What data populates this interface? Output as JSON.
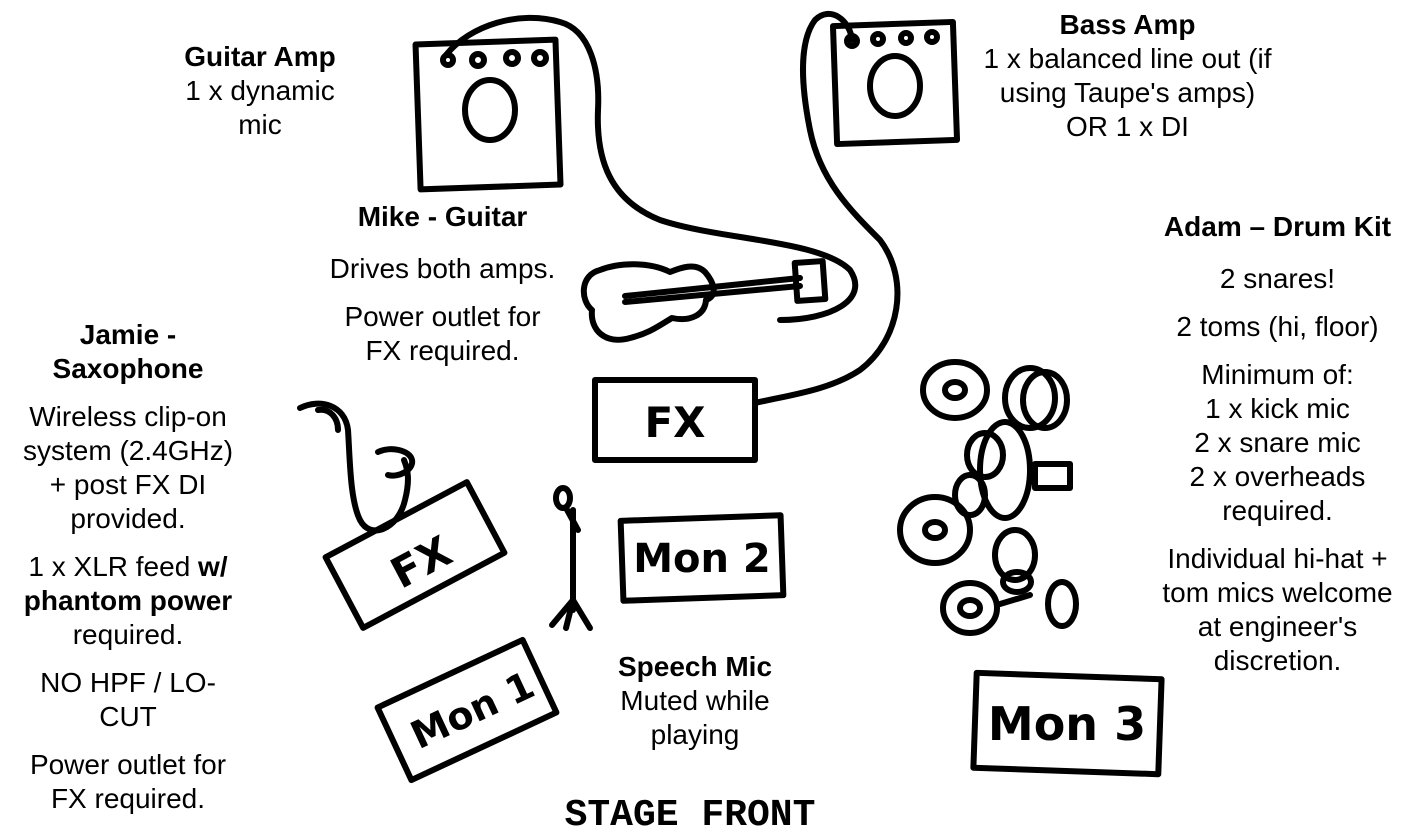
{
  "guitar_amp": {
    "title": "Guitar Amp",
    "lines": [
      "1 x dynamic",
      "mic"
    ]
  },
  "bass_amp": {
    "title": "Bass Amp",
    "lines": [
      "1 x balanced line out (if",
      "using Taupe's amps)",
      "OR 1 x DI"
    ]
  },
  "mike": {
    "title": "Mike - Guitar",
    "line1": "Drives both amps.",
    "line2": "Power outlet for",
    "line3": "FX required."
  },
  "adam": {
    "title": "Adam – Drum Kit",
    "lines": [
      "2 snares!",
      "2 toms (hi, floor)",
      "Minimum of:",
      "1 x kick mic",
      "2 x snare mic",
      "2 x overheads",
      "required.",
      "Individual hi-hat +",
      "tom mics welcome",
      "at engineer's",
      "discretion."
    ]
  },
  "jamie": {
    "title_line1": "Jamie -",
    "title_line2": "Saxophone",
    "wireless": [
      "Wireless clip-on",
      "system (2.4GHz)",
      "+ post FX DI",
      "provided."
    ],
    "xlr_prefix": "1 x XLR feed ",
    "xlr_bold1": "w/",
    "xlr_bold2": "phantom power",
    "xlr_suffix": "required.",
    "hpf": [
      "NO HPF / LO-",
      "CUT"
    ],
    "power": [
      "Power outlet for",
      "FX required."
    ]
  },
  "speech_mic": {
    "title": "Speech Mic",
    "lines": [
      "Muted while",
      "playing"
    ]
  },
  "equipment_labels": {
    "fx_guitar": "FX",
    "fx_sax": "FX",
    "mon1": "Mon 1",
    "mon2": "Mon 2",
    "mon3": "Mon 3"
  },
  "stage_front": "STAGE FRONT"
}
